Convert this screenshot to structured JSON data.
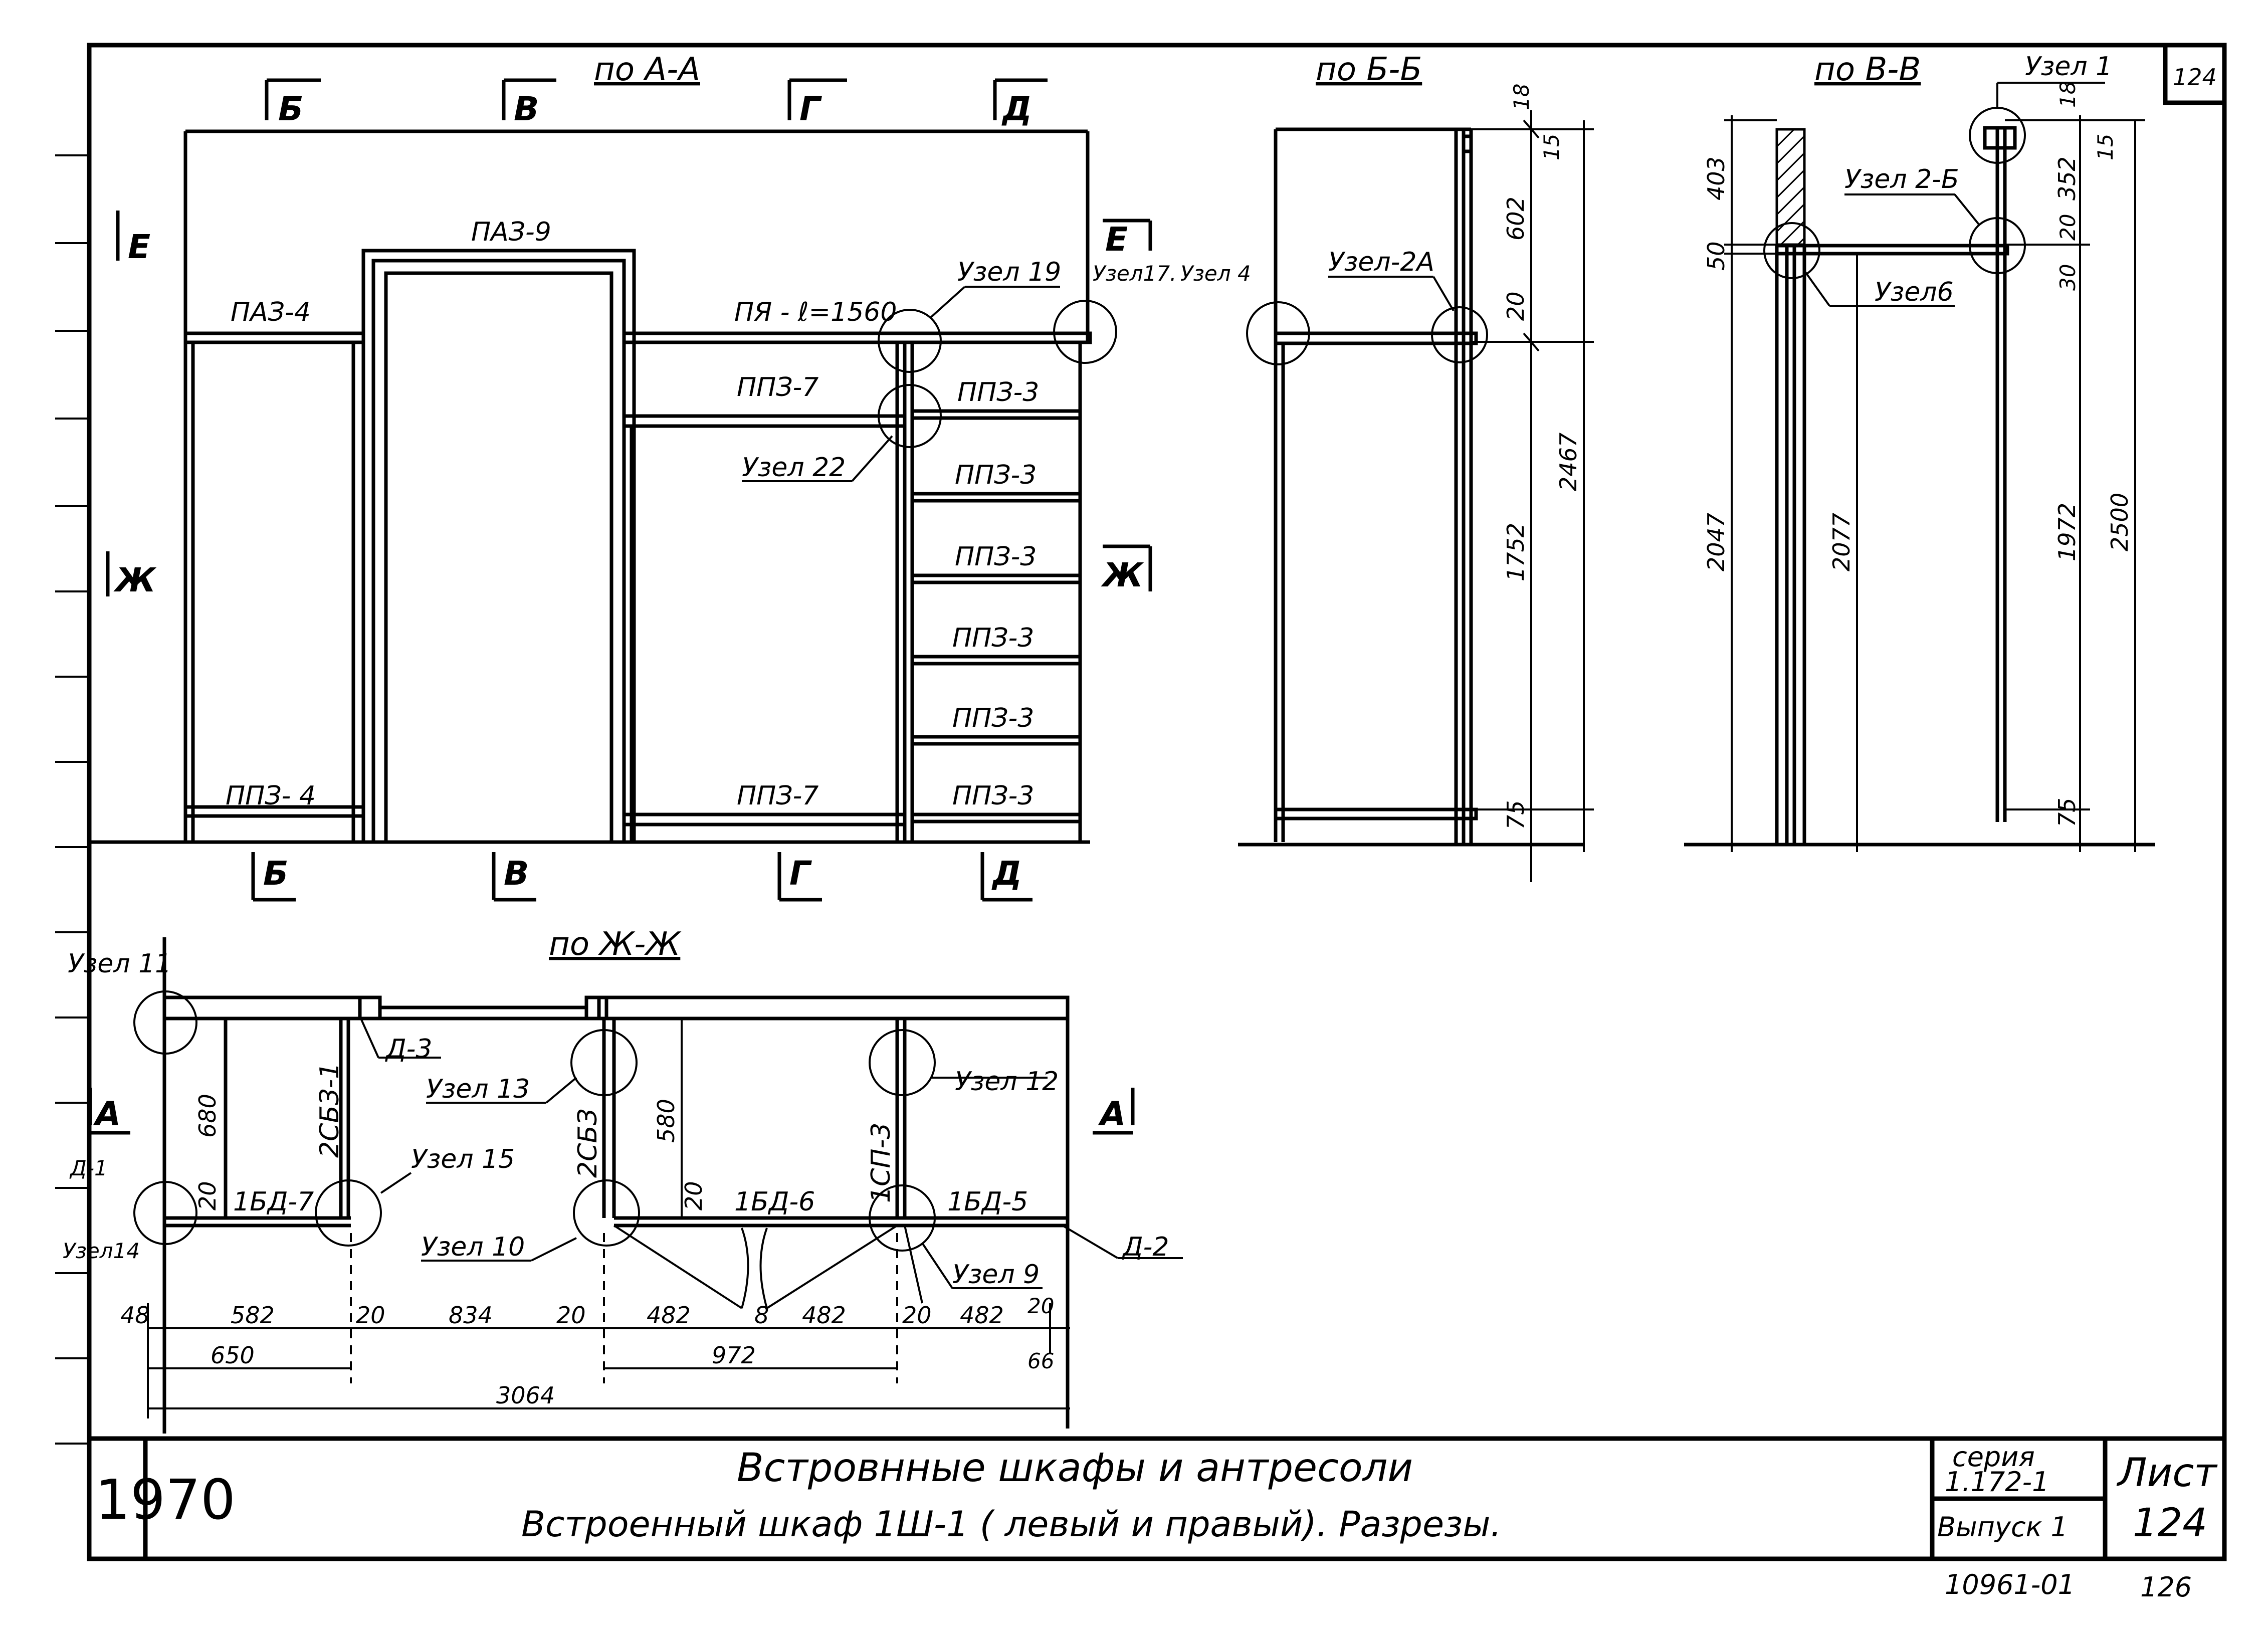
{
  "sheet_number_top": "124",
  "views": {
    "a_a": {
      "title": "по А-А",
      "section_marks_top": [
        "Б",
        "В",
        "Г",
        "Д"
      ],
      "section_marks_bottom": [
        "Б",
        "В",
        "Г",
        "Д"
      ],
      "side_marks": {
        "e_left": "Е",
        "e_right": "Е",
        "zh_left": "Ж",
        "zh_right": "Ж"
      },
      "labels": {
        "paz9": "ПАЗ-9",
        "paz4": "ПАЗ-4",
        "pya": "ПЯ - ℓ=1560",
        "ppz7_top": "ППЗ-7",
        "ppz7_bottom": "ППЗ-7",
        "ppz4": "ППЗ- 4",
        "ppz3": [
          "ППЗ-3",
          "ППЗ-3",
          "ППЗ-3",
          "ППЗ-3",
          "ППЗ-3",
          "ППЗ-3"
        ],
        "uzel19": "Узел 19",
        "uzel22": "Узел 22",
        "uzel17": "Узел17.",
        "uzel4": "Узел 4"
      }
    },
    "b_b": {
      "title": "по Б-Б",
      "labels": {
        "uzel2a": "Узел-2А"
      },
      "dims": {
        "d18": "18",
        "d15": "15",
        "d602": "602",
        "d20": "20",
        "d1752": "1752",
        "d2467": "2467",
        "d75": "75"
      }
    },
    "v_v": {
      "title": "по В-В",
      "labels": {
        "uzel1": "Узел 1",
        "uzel2b": "Узел 2-Б",
        "uzel6": "Узел6"
      },
      "dims": {
        "d403": "403",
        "d50": "50",
        "d2047": "2047",
        "d2077": "2077",
        "d18": "18",
        "d15": "15",
        "d352": "352",
        "d20": "20",
        "d30": "30",
        "d1972": "1972",
        "d2500": "2500",
        "d75": "75"
      }
    },
    "zh_zh": {
      "title": "по Ж-Ж",
      "section_marks": {
        "left": "А",
        "right": "А"
      },
      "labels": {
        "uzel11": "Узел 11",
        "d3": "Д-3",
        "uzel13": "Узел 13",
        "uzel12": "Узел 12",
        "d1": "Д-1",
        "uzel14": "Узел14",
        "c2sb3_1": "2СБЗ-1",
        "c2sb3": "2СБЗ",
        "c1pp3": "1СП-3",
        "uzel15": "Узел 15",
        "uzel10": "Узел 10",
        "bd7": "1БД-7",
        "bd6": "1БД-6",
        "bd5": "1БД-5",
        "uzel9": "Узел 9",
        "d2": "Д-2"
      },
      "dims": {
        "v680": "680",
        "v580": "580",
        "v20a": "20",
        "v20b": "20",
        "row1": [
          "48",
          "582",
          "20",
          "834",
          "20",
          "482",
          "8",
          "482",
          "20",
          "482",
          "20"
        ],
        "d650": "650",
        "d972": "972",
        "d66": "66",
        "d3064": "3064"
      }
    }
  },
  "title_block": {
    "year": "1970",
    "title_line1": "Встровнные шкафы и антресоли",
    "title_line2": "Встроенный шкаф 1Ш-1 ( левый и правый). Разрезы.",
    "series_label": "серия",
    "series_value": "1.172-1",
    "issue": "Выпуск 1",
    "sheet_label": "Лист",
    "sheet_value": "124",
    "doc_number": "10961-01",
    "page_number": "126"
  }
}
